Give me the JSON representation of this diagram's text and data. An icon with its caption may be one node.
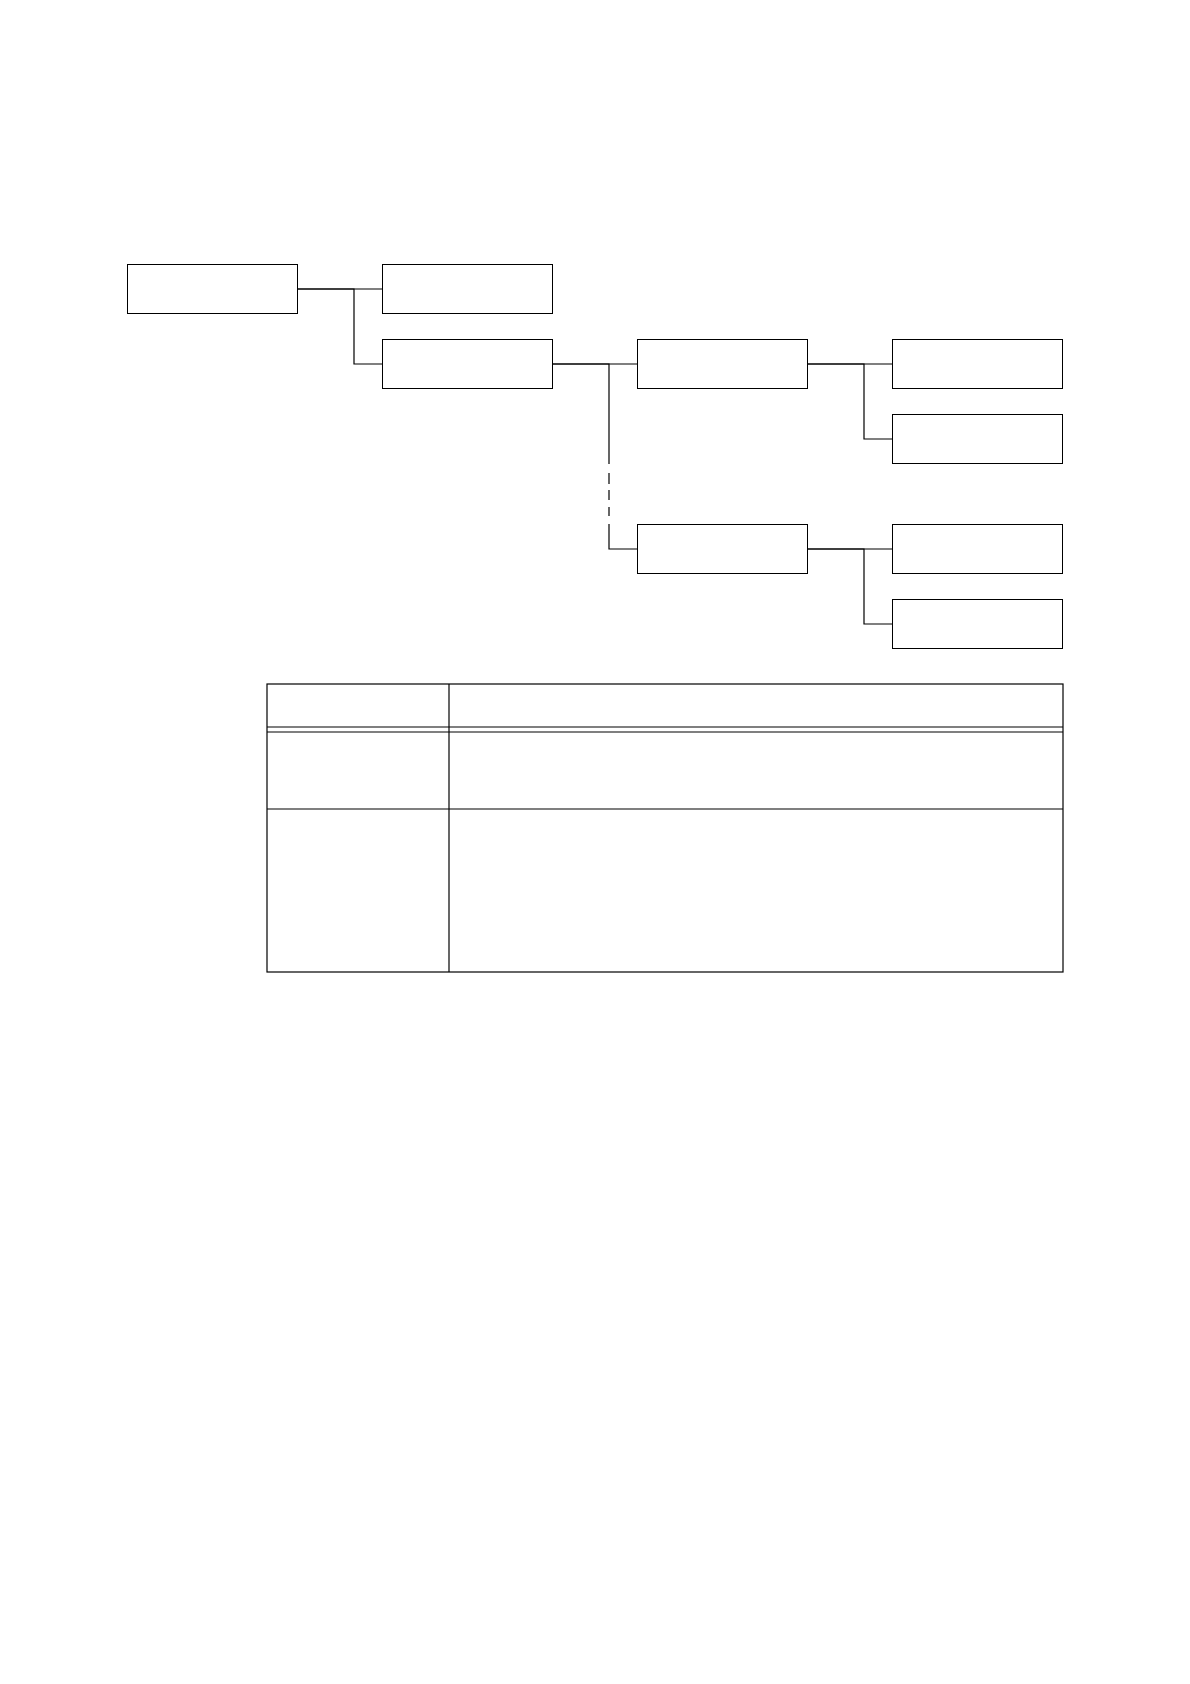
{
  "diagram": {
    "nodes": [
      {
        "text": [],
        "shape": "box"
      },
      {
        "text": [],
        "shape": "box"
      },
      {
        "text": [],
        "shape": "box"
      },
      {
        "text": [],
        "shape": "box"
      },
      {
        "text": [],
        "shape": "box"
      },
      {
        "text": [],
        "shape": "box"
      },
      {
        "text": [],
        "shape": "box"
      },
      {
        "text": [],
        "shape": "box"
      },
      {
        "text": [],
        "shape": "box"
      }
    ],
    "edges": [
      {
        "from": 0,
        "to": 1,
        "arrow": "none"
      },
      {
        "from": 0,
        "to": 2,
        "arrow": "none"
      },
      {
        "from": 2,
        "to": 3,
        "arrow": "none"
      },
      {
        "from": 2,
        "to": 6,
        "arrow": "none",
        "style": "dashed"
      },
      {
        "from": 3,
        "to": 4,
        "arrow": "none"
      },
      {
        "from": 3,
        "to": 5,
        "arrow": "none"
      },
      {
        "from": 6,
        "to": 7,
        "arrow": "none"
      },
      {
        "from": 6,
        "to": 8,
        "arrow": "none"
      }
    ]
  }
}
